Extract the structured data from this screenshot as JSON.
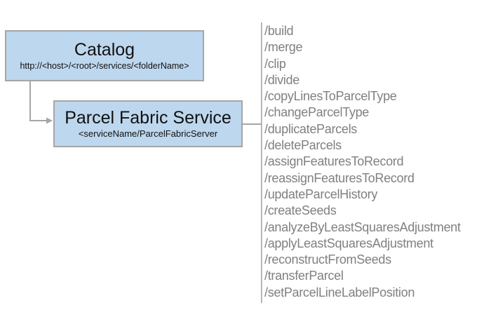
{
  "catalog_box": {
    "title": "Catalog",
    "subtitle": "http://<host>/<root>/services/<folderName>"
  },
  "service_box": {
    "title": "Parcel Fabric Service",
    "subtitle": "<serviceName/ParcelFabricServer"
  },
  "endpoints": [
    "/build",
    "/merge",
    "/clip",
    "/divide",
    "/copyLinesToParcelType",
    "/changeParcelType",
    "/duplicateParcels",
    "/deleteParcels",
    "/assignFeaturesToRecord",
    "/reassignFeaturesToRecord",
    "/updateParcelHistory",
    "/createSeeds",
    "/analyzeByLeastSquaresAdjustment",
    "/applyLeastSquaresAdjustment",
    "/reconstructFromSeeds",
    "/transferParcel",
    "/setParcelLineLabelPosition"
  ],
  "colors": {
    "box_fill": "#BDD7EE",
    "box_border": "#A6A6A6",
    "connector": "#A6A6A6",
    "endpoint_text": "#808080",
    "title_text": "#111111"
  }
}
